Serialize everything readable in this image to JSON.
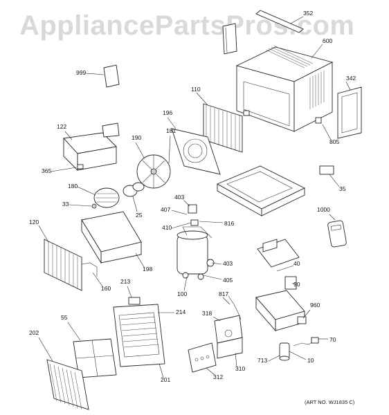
{
  "watermark": "AppliancePartsPros.com",
  "art_number": "(ART NO. WJ1835 C)",
  "callouts": [
    {
      "id": "352",
      "text": "352"
    },
    {
      "id": "600",
      "text": "600"
    },
    {
      "id": "342",
      "text": "342"
    },
    {
      "id": "999",
      "text": "999"
    },
    {
      "id": "110",
      "text": "110"
    },
    {
      "id": "196",
      "text": "196"
    },
    {
      "id": "122",
      "text": "122"
    },
    {
      "id": "190",
      "text": "190"
    },
    {
      "id": "181",
      "text": "181"
    },
    {
      "id": "805",
      "text": "805"
    },
    {
      "id": "365",
      "text": "365"
    },
    {
      "id": "35",
      "text": "35"
    },
    {
      "id": "180",
      "text": "180"
    },
    {
      "id": "33",
      "text": "33"
    },
    {
      "id": "25",
      "text": "25"
    },
    {
      "id": "403a",
      "text": "403"
    },
    {
      "id": "407",
      "text": "407"
    },
    {
      "id": "816",
      "text": "816"
    },
    {
      "id": "1000",
      "text": "1000"
    },
    {
      "id": "120",
      "text": "120"
    },
    {
      "id": "410",
      "text": "410"
    },
    {
      "id": "403b",
      "text": "403"
    },
    {
      "id": "198",
      "text": "198"
    },
    {
      "id": "405",
      "text": "405"
    },
    {
      "id": "40",
      "text": "40"
    },
    {
      "id": "160",
      "text": "160"
    },
    {
      "id": "100",
      "text": "100"
    },
    {
      "id": "90",
      "text": "90"
    },
    {
      "id": "213",
      "text": "213"
    },
    {
      "id": "817",
      "text": "817"
    },
    {
      "id": "960",
      "text": "960"
    },
    {
      "id": "214",
      "text": "214"
    },
    {
      "id": "318",
      "text": "318"
    },
    {
      "id": "55",
      "text": "55"
    },
    {
      "id": "70",
      "text": "70"
    },
    {
      "id": "202",
      "text": "202"
    },
    {
      "id": "713",
      "text": "713"
    },
    {
      "id": "10",
      "text": "10"
    },
    {
      "id": "310",
      "text": "310"
    },
    {
      "id": "312",
      "text": "312"
    },
    {
      "id": "201",
      "text": "201"
    }
  ]
}
